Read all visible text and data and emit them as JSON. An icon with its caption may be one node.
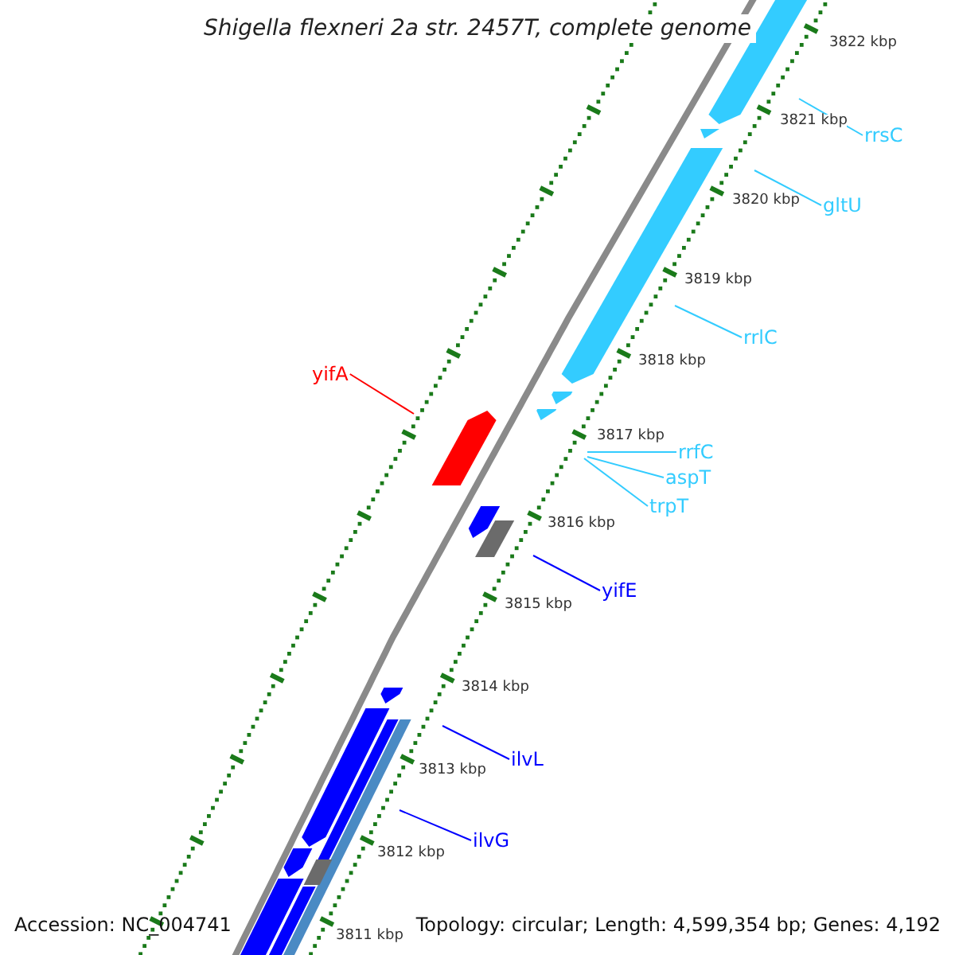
{
  "diagram": {
    "title": "Shigella flexneri 2a str. 2457T, complete genome",
    "nodes": [
      {
        "text": [
          "rrsC"
        ]
      },
      {
        "text": [
          "gltU"
        ]
      },
      {
        "text": [
          "rrlC"
        ]
      },
      {
        "text": [
          "yifA"
        ]
      },
      {
        "text": [
          "rrfC"
        ]
      },
      {
        "text": [
          "aspT"
        ]
      },
      {
        "text": [
          "trpT"
        ]
      },
      {
        "text": [
          "yifE"
        ]
      },
      {
        "text": [
          "ilvL"
        ]
      },
      {
        "text": [
          "ilvG"
        ]
      }
    ],
    "edges": [
      {
        "from": 0,
        "to": null,
        "arrow": "none"
      },
      {
        "from": 1,
        "to": null,
        "arrow": "none"
      },
      {
        "from": 2,
        "to": null,
        "arrow": "none"
      },
      {
        "from": 3,
        "to": null,
        "arrow": "none",
        "color": "#ff0000"
      },
      {
        "from": 4,
        "to": null,
        "arrow": "none"
      },
      {
        "from": 5,
        "to": null,
        "arrow": "none"
      },
      {
        "from": 6,
        "to": null,
        "arrow": "none"
      },
      {
        "from": 7,
        "to": null,
        "arrow": "none",
        "color": "#0000ff"
      },
      {
        "from": 8,
        "to": null,
        "arrow": "none",
        "color": "#0000ff"
      },
      {
        "from": 9,
        "to": null,
        "arrow": "none",
        "color": "#0000ff"
      }
    ],
    "labels": [
      "3822 kbp",
      "3821 kbp",
      "3820 kbp",
      "3819 kbp",
      "3818 kbp",
      "3817 kbp",
      "3816 kbp",
      "3815 kbp",
      "3814 kbp",
      "3813 kbp",
      "3812 kbp",
      "3811 kbp",
      "Accession: NC_004741",
      "Topology: circular; Length: 4,599,354 bp; Genes: 4,192"
    ]
  }
}
